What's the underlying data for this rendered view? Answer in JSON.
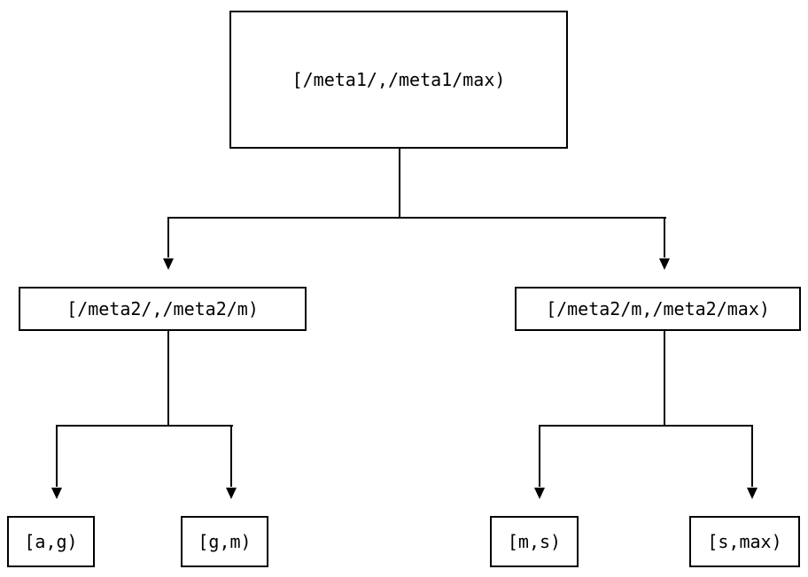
{
  "diagram": {
    "type": "tree",
    "orientation": "top-down",
    "title": "",
    "line_color": "#000000",
    "node_fill": "#ffffff",
    "node_border_color": "#000000",
    "nodes": {
      "root": {
        "label": "[/meta1/,/meta1/max)",
        "level": 0
      },
      "mid_left": {
        "label": "[/meta2/,/meta2/m)",
        "level": 1
      },
      "mid_right": {
        "label": "[/meta2/m,/meta2/max)",
        "level": 1
      },
      "leaf_1": {
        "label": "[a,g)",
        "level": 2
      },
      "leaf_2": {
        "label": "[g,m)",
        "level": 2
      },
      "leaf_3": {
        "label": "[m,s)",
        "level": 2
      },
      "leaf_4": {
        "label": "[s,max)",
        "level": 2
      }
    },
    "edges": [
      {
        "from": "root",
        "to": "mid_left",
        "arrow": "down"
      },
      {
        "from": "root",
        "to": "mid_right",
        "arrow": "down"
      },
      {
        "from": "mid_left",
        "to": "leaf_1",
        "arrow": "down"
      },
      {
        "from": "mid_left",
        "to": "leaf_2",
        "arrow": "down"
      },
      {
        "from": "mid_right",
        "to": "leaf_3",
        "arrow": "down"
      },
      {
        "from": "mid_right",
        "to": "leaf_4",
        "arrow": "down"
      }
    ]
  }
}
